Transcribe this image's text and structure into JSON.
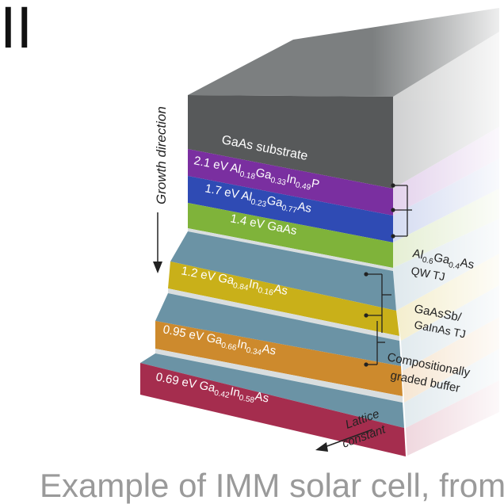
{
  "slide": {
    "heading": "II",
    "caption": "Example of IMM solar cell, from"
  },
  "axes": {
    "growth": "Growth direction",
    "lattice": [
      "Lattice",
      "constant"
    ]
  },
  "layers": {
    "substrate": "GaAs substrate",
    "algainp": {
      "a": "2.1 eV Al",
      "b": "0.18",
      "c": "Ga",
      "d": "0.33",
      "e": "In",
      "f": "0.49",
      "g": "P"
    },
    "algaas": {
      "a": "1.7 eV Al",
      "b": "0.23",
      "c": "Ga",
      "d": "0.77",
      "e": "As"
    },
    "gaas": "1.4 eV GaAs",
    "gainas1": {
      "a": "1.2 eV Ga",
      "b": "0.84",
      "c": "In",
      "d": "0.16",
      "e": "As"
    },
    "gainas2": {
      "a": "0.95 eV Ga",
      "b": "0.66",
      "c": "In",
      "d": "0.34",
      "e": "As"
    },
    "gainas3": {
      "a": "0.69 eV Ga",
      "b": "0.42",
      "c": "In",
      "d": "0.58",
      "e": "As"
    }
  },
  "annotations": {
    "qwtj": {
      "a": "Al",
      "b": "0.6",
      "c": "Ga",
      "d": "0.4",
      "e": "As",
      "line2": "QW TJ"
    },
    "gaassb": [
      "GaAsSb/",
      "GaInAs TJ"
    ],
    "graded": [
      "Compositionally",
      "graded buffer"
    ]
  },
  "colors": {
    "substrate": "#57595a",
    "algainp": "#7a2fa0",
    "algaas": "#2f4bb4",
    "gaas": "#7fb33a",
    "gainas1": "#c9b019",
    "gainas2": "#cd8a2d",
    "gainas3": "#a52d4e",
    "buffer": "#6b93a5",
    "tj": "#d9dedf"
  }
}
